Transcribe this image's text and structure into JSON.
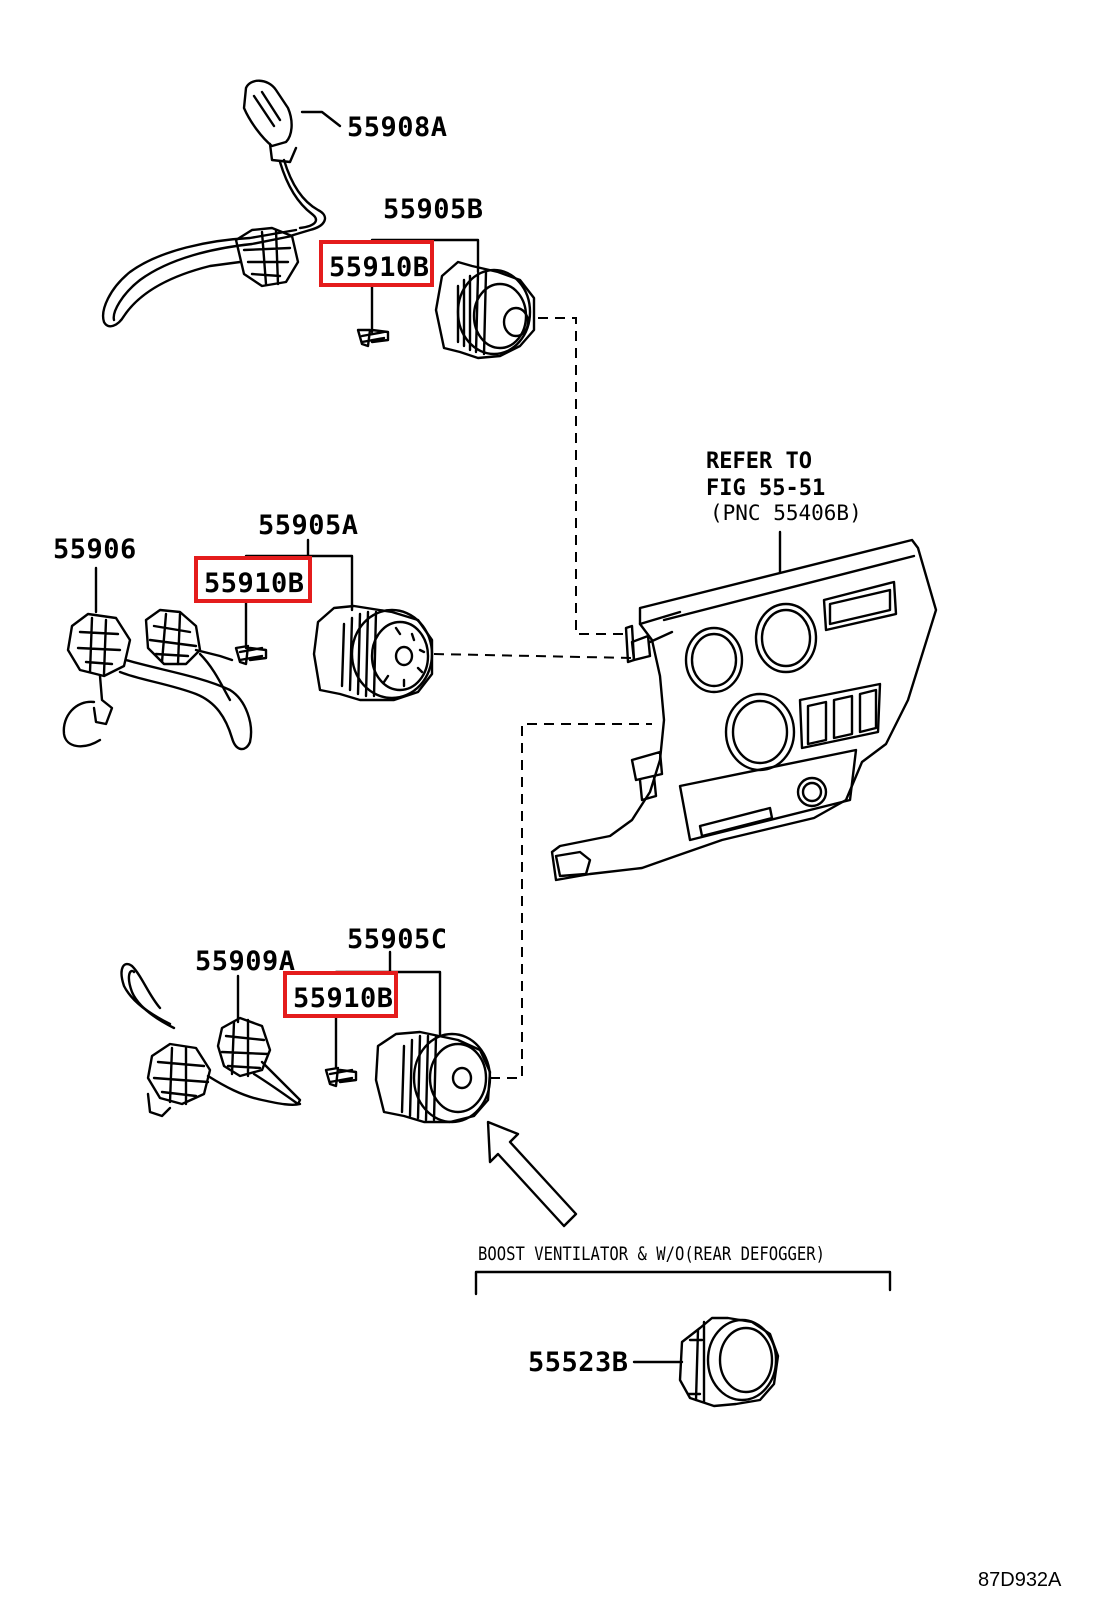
{
  "callouts": {
    "harness_top": "55908A",
    "knob_top": "55905B",
    "screw_top": "55910B",
    "harness_mid": "55906",
    "knob_mid": "55905A",
    "screw_mid": "55910B",
    "knob_bottom": "55905C",
    "harness_bottom": "55909A",
    "screw_bottom": "55910B",
    "knob_boost": "55523B"
  },
  "reference": {
    "line1": "REFER TO",
    "line2": "FIG 55-51",
    "line3": "(PNC 55406B)"
  },
  "condition_note": "BOOST VENTILATOR & W/O(REAR DEFOGGER)",
  "diagram_code": "87D932A",
  "colors": {
    "highlight": "#e41c1c",
    "line": "#000000",
    "background": "#ffffff"
  }
}
